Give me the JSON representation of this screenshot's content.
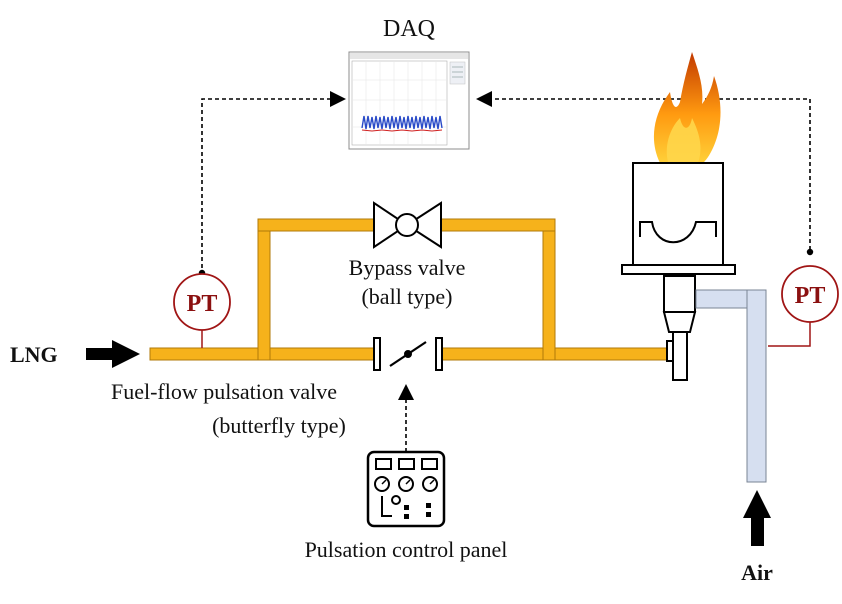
{
  "labels": {
    "daq": "DAQ",
    "lng": "LNG",
    "air": "Air",
    "pt": "PT",
    "bypass_valve": "Bypass valve",
    "bypass_type": "(ball type)",
    "pulsation_valve": "Fuel-flow pulsation valve",
    "pulsation_type": "(butterfly type)",
    "control_panel": "Pulsation control panel"
  },
  "colors": {
    "fuel_pipe": "#f6b21b",
    "fuel_pipe_edge": "#b07a08",
    "air_pipe": "#d6dff0",
    "pt_ring": "#a01515",
    "flame": "#ff8a00"
  },
  "icons": {
    "daq": "monitor-waveform-icon",
    "panel": "control-panel-icon",
    "flame": "flame-icon"
  }
}
